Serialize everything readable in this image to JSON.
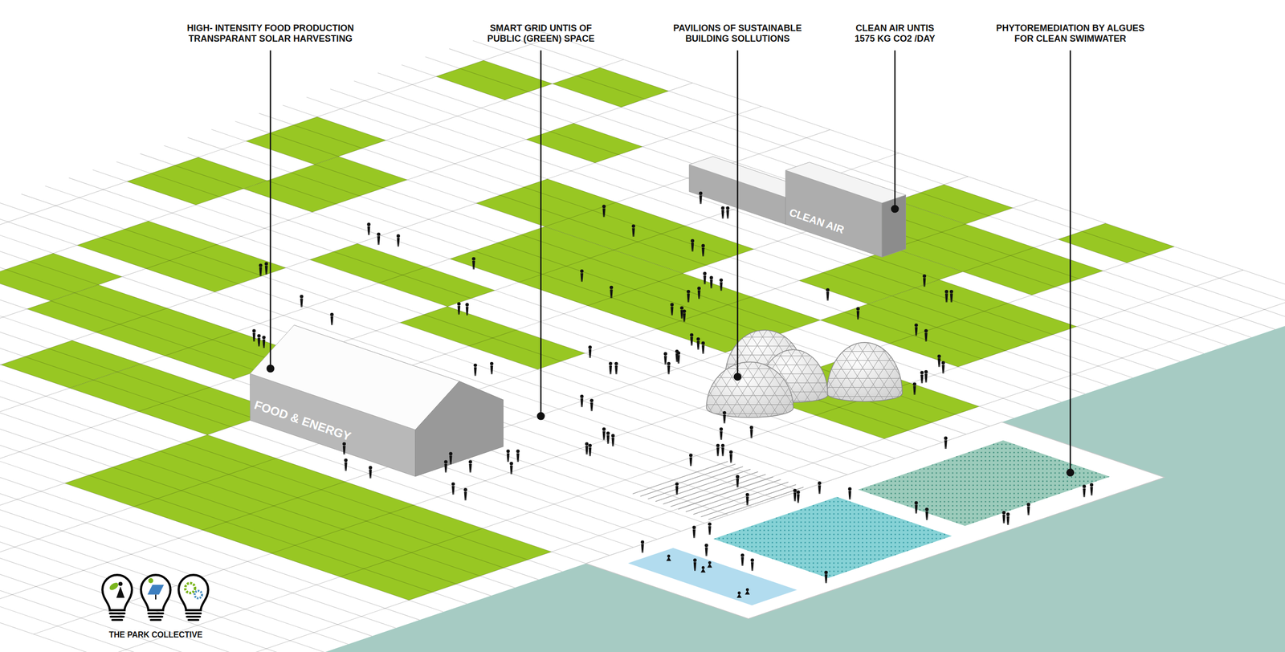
{
  "diagram": {
    "nodes": [
      {
        "text": [
          "CLEAN AIR"
        ]
      },
      {
        "text": [
          "FOOD & ENERGY"
        ]
      }
    ],
    "labels": [
      "HIGH- INTENSITY FOOD PRODUCTION TRANSPARANT SOLAR HARVESTING",
      "SMART GRID UNTIS OF PUBLIC (GREEN) SPACE",
      "PAVILIONS OF SUSTAINABLE BUILDING SOLLUTIONS",
      "CLEAN AIR UNTIS 1575 KG CO2 /DAY",
      "PHYTOREMEDIATION BY ALGUES FOR CLEAN SWIMWATER",
      "THE PARK COLLECTIVE"
    ]
  }
}
